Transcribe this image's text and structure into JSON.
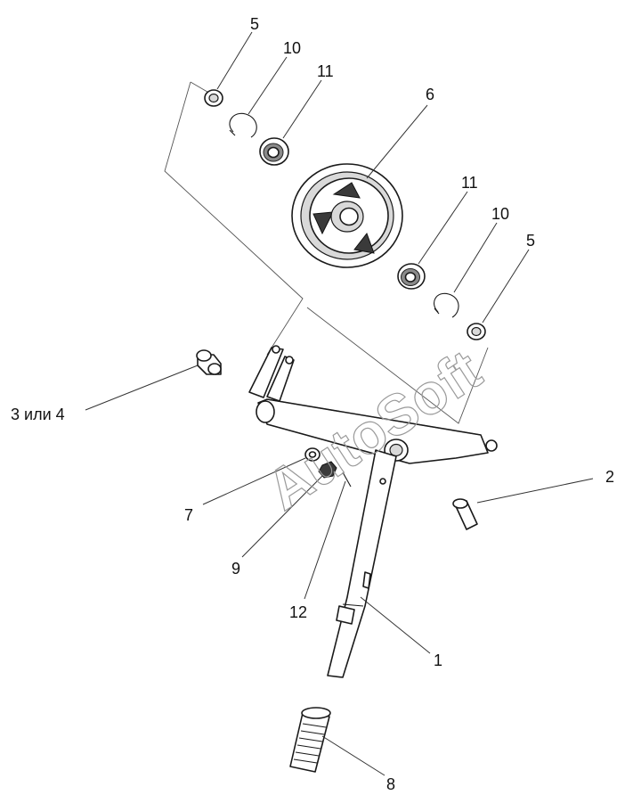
{
  "watermark": "AutoSoft",
  "callouts": {
    "c1": "1",
    "c2": "2",
    "c3": "3 или 4",
    "c5a": "5",
    "c5b": "5",
    "c6": "6",
    "c7": "7",
    "c8": "8",
    "c9": "9",
    "c10a": "10",
    "c10b": "10",
    "c11a": "11",
    "c11b": "11",
    "c12": "12"
  }
}
